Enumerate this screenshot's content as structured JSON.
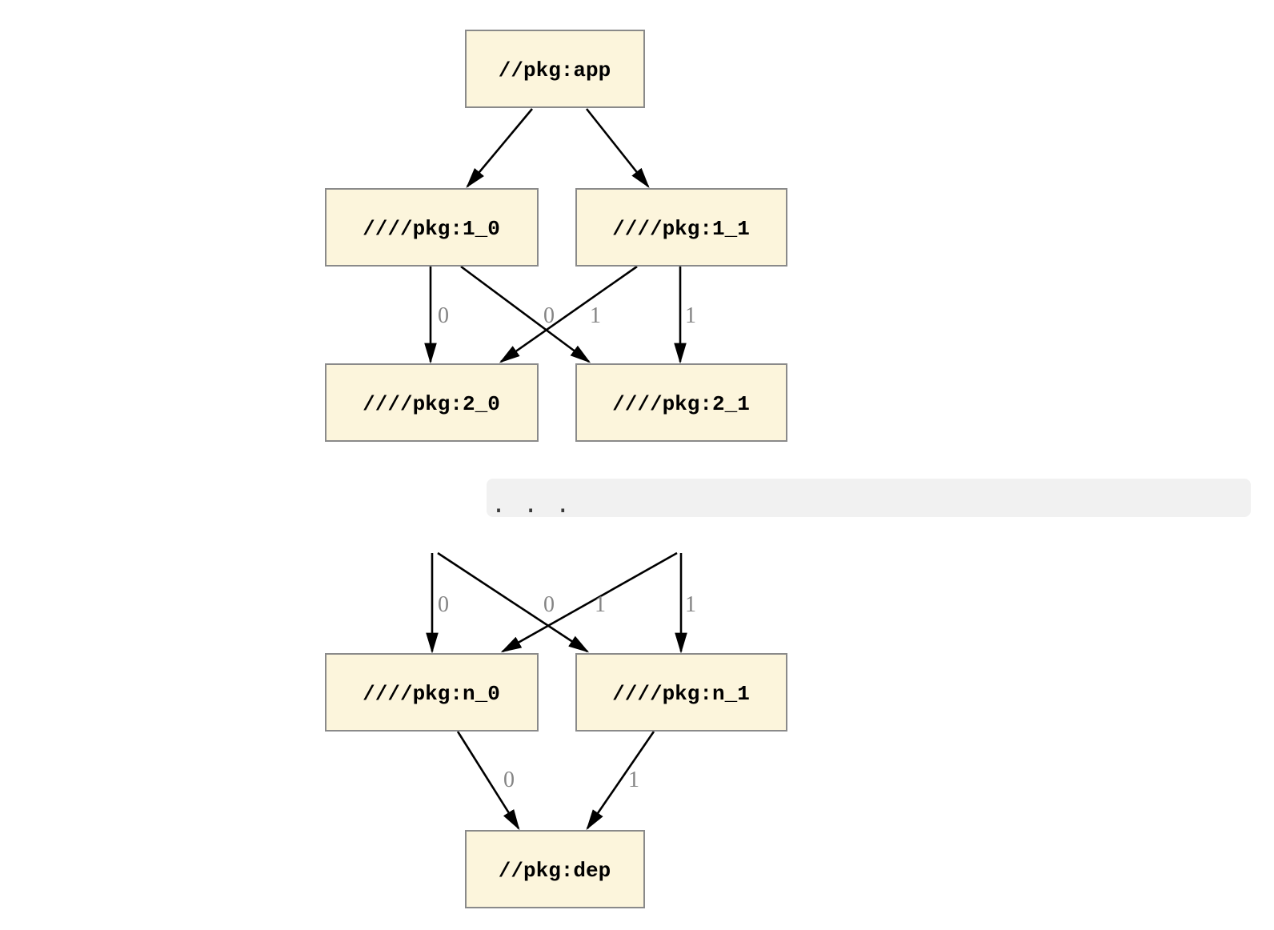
{
  "graph": {
    "nodes": [
      {
        "id": "app",
        "label": "//pkg:app"
      },
      {
        "id": "1_0",
        "label": "////pkg:1_0"
      },
      {
        "id": "1_1",
        "label": "////pkg:1_1"
      },
      {
        "id": "2_0",
        "label": "////pkg:2_0"
      },
      {
        "id": "2_1",
        "label": "////pkg:2_1"
      },
      {
        "id": "n_0",
        "label": "////pkg:n_0"
      },
      {
        "id": "n_1",
        "label": "////pkg:n_1"
      },
      {
        "id": "dep",
        "label": "//pkg:dep"
      }
    ],
    "ellipsis": ". . .",
    "edges": [
      {
        "from": "app",
        "to": "1_0",
        "label": ""
      },
      {
        "from": "app",
        "to": "1_1",
        "label": ""
      },
      {
        "from": "1_0",
        "to": "2_0",
        "label": "0"
      },
      {
        "from": "1_1",
        "to": "2_0",
        "label": "0"
      },
      {
        "from": "1_0",
        "to": "2_1",
        "label": "1"
      },
      {
        "from": "1_1",
        "to": "2_1",
        "label": "1"
      },
      {
        "from": "(n-1)_0",
        "to": "n_0",
        "label": "0"
      },
      {
        "from": "(n-1)_1",
        "to": "n_0",
        "label": "0"
      },
      {
        "from": "(n-1)_0",
        "to": "n_1",
        "label": "1"
      },
      {
        "from": "(n-1)_1",
        "to": "n_1",
        "label": "1"
      },
      {
        "from": "n_0",
        "to": "dep",
        "label": "0"
      },
      {
        "from": "n_1",
        "to": "dep",
        "label": "1"
      }
    ],
    "colors": {
      "node_fill": "#FCF5DC",
      "node_border": "#8A8A8A",
      "edge": "#000000",
      "edge_label": "#848484",
      "ellipsis_band": "#F1F1F1",
      "background": "#FFFFFF"
    }
  }
}
